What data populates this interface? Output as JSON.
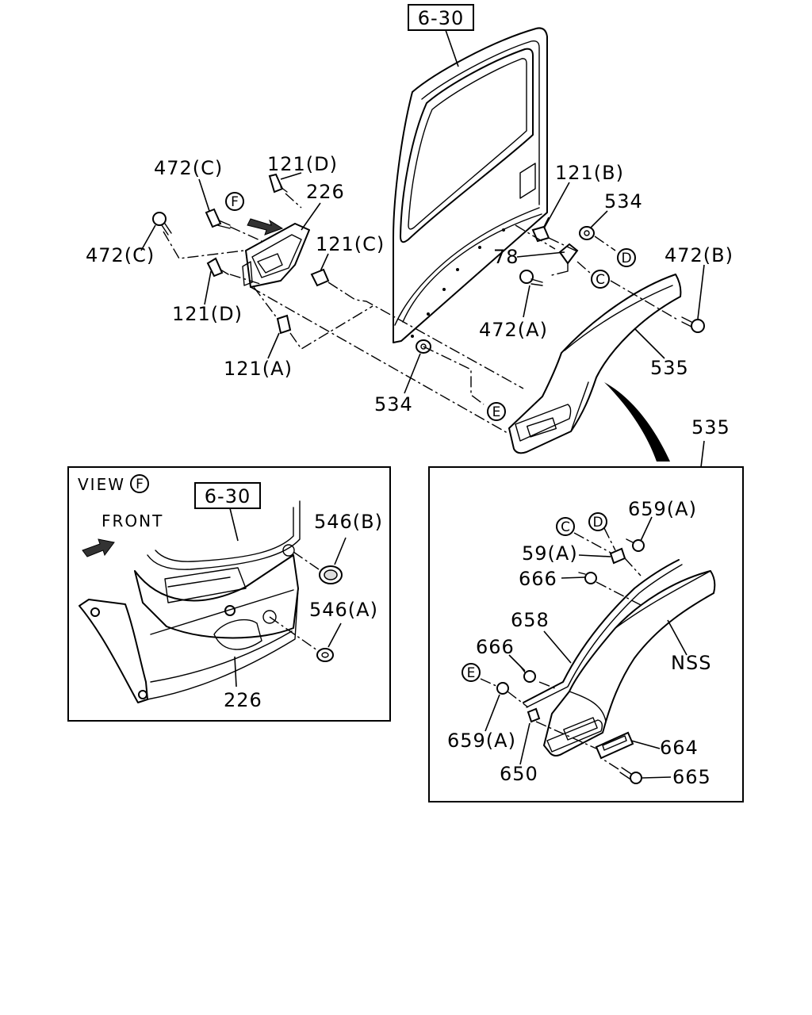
{
  "main_view": {
    "ref_box": "6-30",
    "labels": {
      "l472c_top": "472(C)",
      "l121d_top": "121(D)",
      "l226": "226",
      "l472c_left": "472(C)",
      "l121c": "121(C)",
      "l121d_bottom": "121(D)",
      "l121a": "121(A)",
      "l534_bottom": "534",
      "l121b": "121(B)",
      "l534_right": "534",
      "l78": "78",
      "l472b": "472(B)",
      "l472a": "472(A)",
      "l535": "535"
    },
    "circles": {
      "f": "F",
      "d": "D",
      "c": "C",
      "e": "E"
    }
  },
  "view_f_panel": {
    "title": "VIEW",
    "title_circle": "F",
    "front_label": "FRONT",
    "ref_box": "6-30",
    "labels": {
      "l546b": "546(B)",
      "l546a": "546(A)",
      "l226": "226"
    }
  },
  "detail_panel": {
    "callout": "535",
    "circles": {
      "c": "C",
      "d": "D",
      "e": "E"
    },
    "labels": {
      "l659a_top": "659(A)",
      "l59a": "59(A)",
      "l666_top": "666",
      "l658": "658",
      "l666_mid": "666",
      "l659a_bottom": "659(A)",
      "l650": "650",
      "l664": "664",
      "l665": "665",
      "nss": "NSS"
    }
  }
}
